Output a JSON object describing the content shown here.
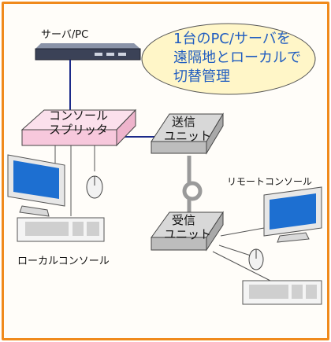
{
  "labels": {
    "server": "サーバ/PC",
    "splitter_line1": "コンソール",
    "splitter_line2": "スプリッタ",
    "sender_line1": "送信",
    "sender_line2": "ユニット",
    "receiver_line1": "受信",
    "receiver_line2": "ユニット",
    "local_console": "ローカルコンソール",
    "remote_console": "リモートコンソール"
  },
  "bubble": {
    "line1": "1台のPC/サーバを",
    "line2": "遠隔地とローカルで",
    "line3": "切替管理"
  },
  "colors": {
    "frame": "#f08a1c",
    "bubble_fill": "#fff6c8",
    "bubble_text": "#1f5cc0",
    "splitter": "#f7c8dc",
    "unit": "#bdbdbd",
    "cable": "#1b2a8a"
  }
}
